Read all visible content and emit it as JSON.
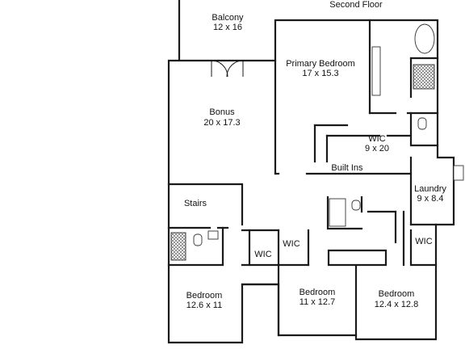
{
  "floor": {
    "title": "Second Floor"
  },
  "rooms": {
    "balcony": {
      "name": "Balcony",
      "size": "12 x 16"
    },
    "primary_bedroom": {
      "name": "Primary Bedroom",
      "size": "17 x 15.3"
    },
    "bonus": {
      "name": "Bonus",
      "size": "20 x 17.3"
    },
    "wic_primary": {
      "name": "WIC",
      "size": "9 x 20"
    },
    "built_ins": {
      "name": "Built Ins"
    },
    "laundry": {
      "name": "Laundry",
      "size": "9 x 8.4"
    },
    "stairs": {
      "name": "Stairs"
    },
    "wic_1": {
      "name": "WIC"
    },
    "wic_2": {
      "name": "WIC"
    },
    "wic_3": {
      "name": "WIC"
    },
    "bedroom_1": {
      "name": "Bedroom",
      "size": "12.6 x 11"
    },
    "bedroom_2": {
      "name": "Bedroom",
      "size": "11 x 12.7"
    },
    "bedroom_3": {
      "name": "Bedroom",
      "size": "12.4 x 12.8"
    }
  },
  "colors": {
    "wall": "#1a1a1a",
    "label": "#111111",
    "background": "#ffffff"
  }
}
